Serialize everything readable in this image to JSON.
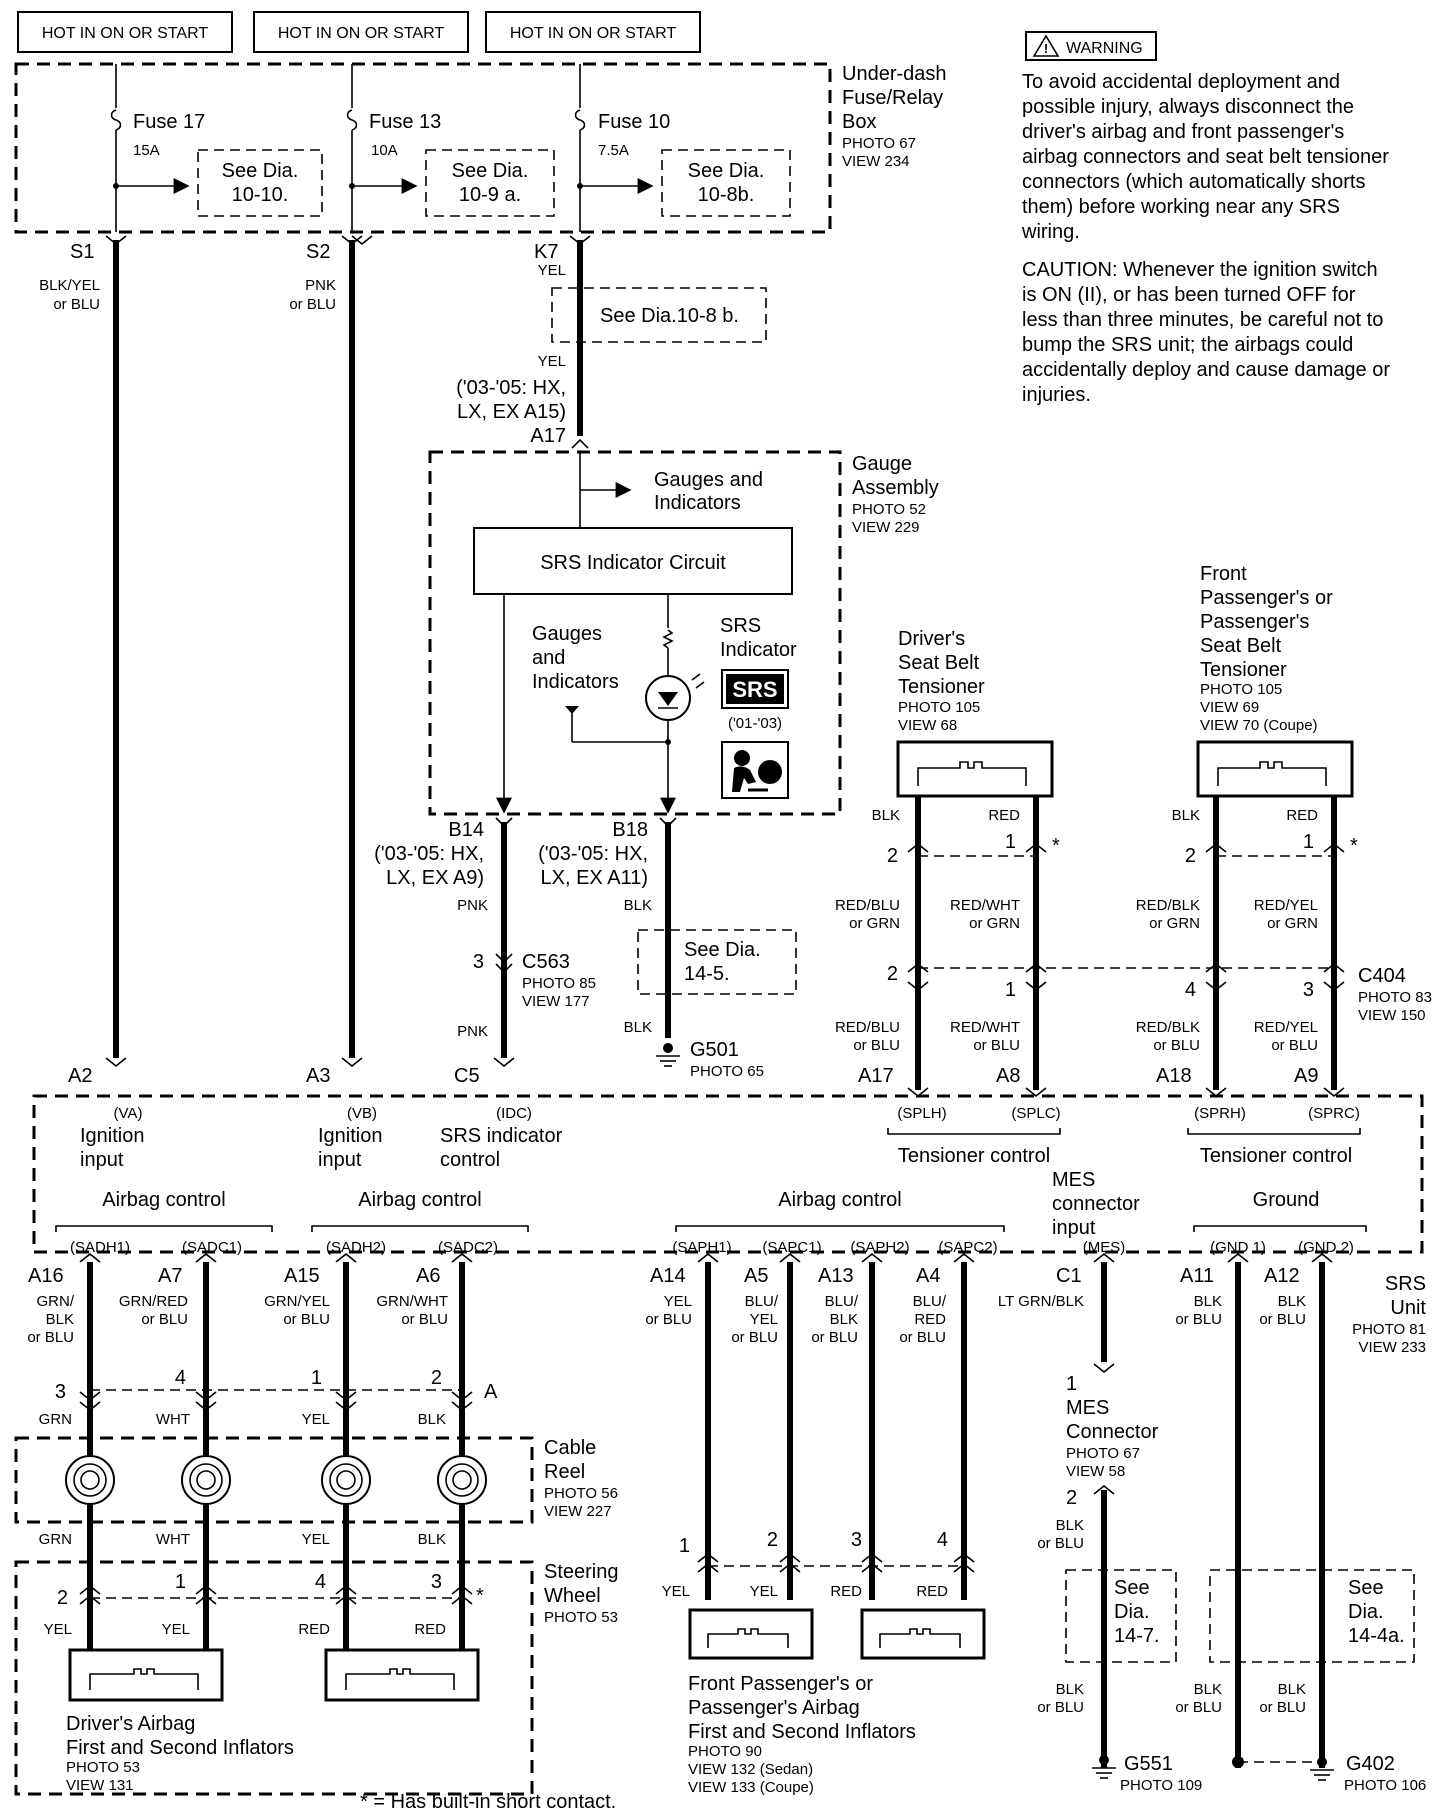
{
  "top_labels": [
    "HOT IN ON OR START",
    "HOT IN ON OR START",
    "HOT IN ON OR START"
  ],
  "fuse_box": {
    "name_lines": [
      "Under-dash",
      "Fuse/Relay",
      "Box"
    ],
    "photo": "PHOTO 67",
    "view": "VIEW 234"
  },
  "fuses": [
    {
      "name": "Fuse 17",
      "rating": "15A",
      "see": [
        "See Dia.",
        "10-10."
      ]
    },
    {
      "name": "Fuse 13",
      "rating": "10A",
      "see": [
        "See Dia.",
        "10-9 a."
      ]
    },
    {
      "name": "Fuse 10",
      "rating": "7.5A",
      "see": [
        "See Dia.",
        "10-8b."
      ]
    }
  ],
  "fuse_terminals": [
    "S1",
    "S2",
    "K7"
  ],
  "wire_s1": [
    "BLK/YEL",
    "or BLU"
  ],
  "wire_s2": [
    "PNK",
    "or BLU"
  ],
  "wire_k7": "YEL",
  "see_k7": "See Dia.10-8 b.",
  "yel2": "YEL",
  "a17_note": [
    "('03-'05: HX,",
    "LX, EX A15)"
  ],
  "a17": "A17",
  "gauge": {
    "name_lines": [
      "Gauge",
      "Assembly"
    ],
    "photo": "PHOTO 52",
    "view": "VIEW 229",
    "arrow_text": [
      "Gauges and",
      "Indicators"
    ],
    "circuit": "SRS Indicator Circuit",
    "gi_text": [
      "Gauges",
      "and",
      "Indicators"
    ],
    "srs_ind": [
      "SRS",
      "Indicator"
    ],
    "srs_badge": "SRS",
    "years": "('01-'03)"
  },
  "b14": {
    "term": "B14",
    "note": [
      "('03-'05: HX,",
      "LX, EX A9)"
    ],
    "color": "PNK"
  },
  "b18": {
    "term": "B18",
    "note": [
      "('03-'05: HX,",
      "LX, EX A11)"
    ],
    "color": "BLK"
  },
  "c563": {
    "pin": "3",
    "name": "C563",
    "photo": "PHOTO 85",
    "view": "VIEW 177",
    "color_below": "PNK"
  },
  "see_145": [
    "See Dia.",
    "14-5."
  ],
  "g501": {
    "color": "BLK",
    "name": "G501",
    "photo": "PHOTO 65"
  },
  "warning": {
    "title": "WARNING",
    "lines": [
      "To avoid accidental deployment and",
      "possible injury, always disconnect the",
      "driver's airbag and front passenger's",
      "airbag connectors and seat belt tensioner",
      "connectors (which automatically shorts",
      "them) before working near any SRS",
      "wiring."
    ],
    "caution": [
      "CAUTION: Whenever the ignition switch",
      "is ON (II), or has been turned OFF for",
      "less than three minutes, be careful not to",
      "bump the SRS unit; the airbags could",
      "accidentally deploy and cause damage or",
      "injuries."
    ]
  },
  "driver_tensioner": {
    "name": [
      "Driver's",
      "Seat Belt",
      "Tensioner"
    ],
    "photo": "PHOTO 105",
    "view": "VIEW 68"
  },
  "pass_tensioner": {
    "name": [
      "Front",
      "Passenger's or",
      "Passenger's",
      "Seat Belt",
      "Tensioner"
    ],
    "photo": "PHOTO 105",
    "view": [
      "VIEW 69",
      "VIEW 70 (Coupe)"
    ]
  },
  "tens_wires": {
    "top": [
      "BLK",
      "RED",
      "BLK",
      "RED"
    ],
    "pins_top": [
      "2",
      "1",
      "2",
      "1"
    ],
    "mid": [
      [
        "RED/BLU",
        "or GRN"
      ],
      [
        "RED/WHT",
        "or GRN"
      ],
      [
        "RED/BLK",
        "or GRN"
      ],
      [
        "RED/YEL",
        "or GRN"
      ]
    ],
    "pins_c404": [
      "2",
      "1",
      "4",
      "3"
    ],
    "bot": [
      [
        "RED/BLU",
        "or BLU"
      ],
      [
        "RED/WHT",
        "or BLU"
      ],
      [
        "RED/BLK",
        "or BLU"
      ],
      [
        "RED/YEL",
        "or BLU"
      ]
    ]
  },
  "c404": {
    "name": "C404",
    "photo": "PHOTO 83",
    "view": "VIEW 150"
  },
  "srs_unit": {
    "name": [
      "SRS",
      "Unit"
    ],
    "photo": "PHOTO 81",
    "view": "VIEW 233",
    "top_terms": [
      "A2",
      "A3",
      "C5",
      "A17",
      "A8",
      "A18",
      "A9"
    ],
    "top_sigs": [
      "(VA)",
      "(VB)",
      "(IDC)",
      "(SPLH)",
      "(SPLC)",
      "(SPRH)",
      "(SPRC)"
    ],
    "ign1": [
      "Ignition",
      "input"
    ],
    "ign2": [
      "Ignition",
      "input"
    ],
    "srs_ctrl": [
      "SRS indicator",
      "control"
    ],
    "tens1": "Tensioner control",
    "tens2": "Tensioner control",
    "mes_in": [
      "MES",
      "connector",
      "input"
    ],
    "airbag1": "Airbag control",
    "airbag2": "Airbag control",
    "airbag3": "Airbag control",
    "ground": "Ground",
    "bot_sigs": [
      "(SADH1)",
      "(SADC1)",
      "(SADH2)",
      "(SADC2)",
      "(SAPH1)",
      "(SAPC1)",
      "(SAPH2)",
      "(SAPC2)",
      "(MES)",
      "(GND 1)",
      "(GND 2)"
    ],
    "bot_terms": [
      "A16",
      "A7",
      "A15",
      "A6",
      "A14",
      "A5",
      "A13",
      "A4",
      "C1",
      "A11",
      "A12"
    ]
  },
  "bot_wires": [
    [
      "GRN/",
      "BLK",
      "or BLU"
    ],
    [
      "GRN/RED",
      "or BLU"
    ],
    [
      "GRN/YEL",
      "or BLU"
    ],
    [
      "GRN/WHT",
      "or BLU"
    ],
    [
      "YEL",
      "or BLU"
    ],
    [
      "BLU/",
      "YEL",
      "or BLU"
    ],
    [
      "BLU/",
      "BLK",
      "or BLU"
    ],
    [
      "BLU/",
      "RED",
      "or BLU"
    ],
    [
      "LT GRN/BLK"
    ],
    [
      "BLK",
      "or BLU"
    ],
    [
      "BLK",
      "or BLU"
    ]
  ],
  "conn_a": {
    "pins": [
      "3",
      "4",
      "1",
      "2"
    ],
    "colors": [
      "GRN",
      "WHT",
      "YEL",
      "BLK"
    ],
    "label": "A"
  },
  "cable_reel": {
    "name": [
      "Cable",
      "Reel"
    ],
    "photo": "PHOTO 56",
    "view": "VIEW 227",
    "colors": [
      "GRN",
      "WHT",
      "YEL",
      "BLK"
    ]
  },
  "steering": {
    "name": [
      "Steering",
      "Wheel"
    ],
    "photo": "PHOTO 53",
    "pins": [
      "2",
      "1",
      "4",
      "3"
    ],
    "colors": [
      "YEL",
      "YEL",
      "RED",
      "RED"
    ]
  },
  "driver_airbag": {
    "name": [
      "Driver's Airbag",
      "First and Second Inflators"
    ],
    "photo": "PHOTO 53",
    "view": "VIEW 131"
  },
  "pass_airbag": {
    "name": [
      "Front Passenger's or",
      "Passenger's Airbag",
      "First and Second Inflators"
    ],
    "photo": "PHOTO 90",
    "view": [
      "VIEW 132 (Sedan)",
      "VIEW 133 (Coupe)"
    ],
    "pins": [
      "1",
      "2",
      "3",
      "4"
    ],
    "colors": [
      "YEL",
      "YEL",
      "RED",
      "RED"
    ]
  },
  "mes_conn": {
    "pin1": "1",
    "name": [
      "MES",
      "Connector"
    ],
    "photo": "PHOTO 67",
    "view": "VIEW 58",
    "pin2": "2",
    "color": [
      "BLK",
      "or BLU"
    ]
  },
  "see_147": [
    "See",
    "Dia.",
    "14-7."
  ],
  "see_144": [
    "See",
    "Dia.",
    "14-4a."
  ],
  "bottom_colors": [
    [
      "BLK",
      "or BLU"
    ],
    [
      "BLK",
      "or BLU"
    ],
    [
      "BLK",
      "or BLU"
    ]
  ],
  "g551": {
    "name": "G551",
    "photo": "PHOTO 109"
  },
  "g402": {
    "name": "G402",
    "photo": "PHOTO 106"
  },
  "footnote": "* = Has built-in short contact."
}
